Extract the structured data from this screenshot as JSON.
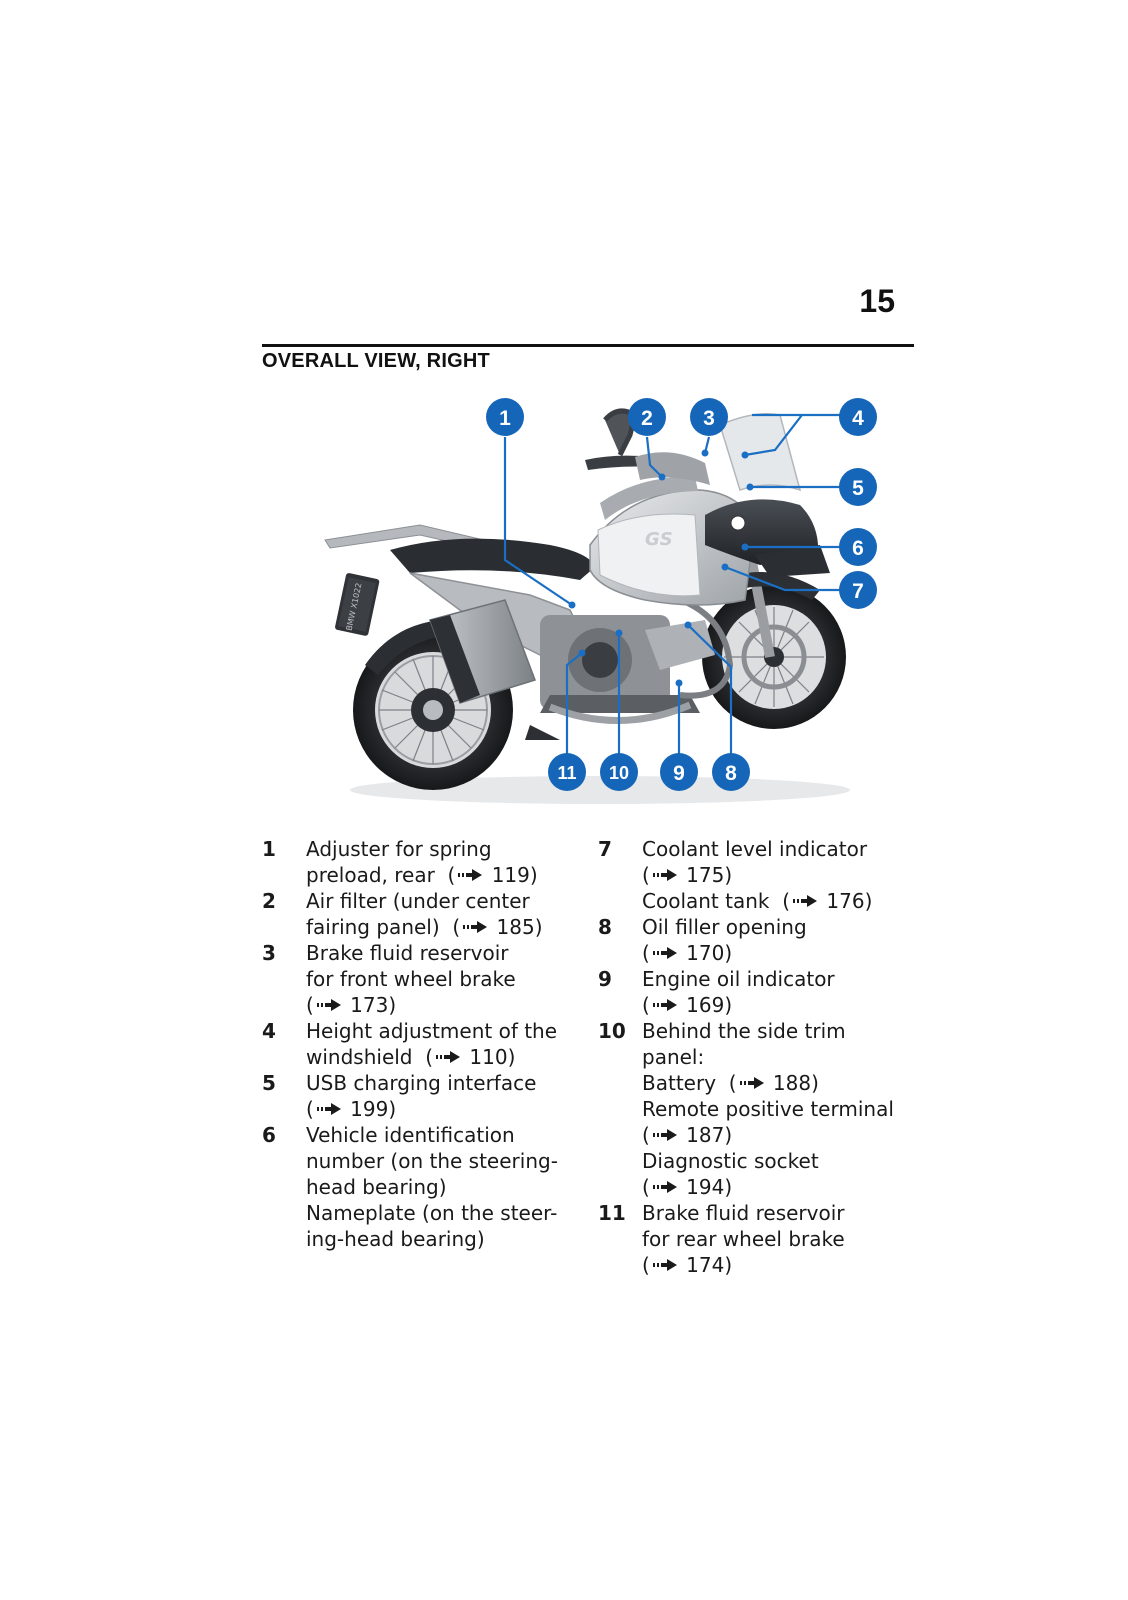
{
  "page": {
    "number": "15",
    "title": "OVERALL VIEW, RIGHT"
  },
  "figure": {
    "callouts": [
      "1",
      "2",
      "3",
      "4",
      "5",
      "6",
      "7",
      "8",
      "9",
      "10",
      "11"
    ],
    "plate": "BMW X1022",
    "colors": {
      "callout": "#1566b8",
      "leader": "#1a6fc4",
      "paint_dark": "#2d3136",
      "paint_light": "#d3d6d9"
    }
  },
  "items": [
    {
      "num": "1",
      "lines": [
        "Adjuster for spring",
        "preload, rear"
      ],
      "refs": [
        "119"
      ]
    },
    {
      "num": "2",
      "lines": [
        "Air filter (under center",
        "fairing panel)"
      ],
      "refs": [
        "185"
      ]
    },
    {
      "num": "3",
      "lines": [
        "Brake fluid reservoir",
        "for front wheel brake",
        ""
      ],
      "refs": [
        "173"
      ]
    },
    {
      "num": "4",
      "lines": [
        "Height adjustment of the",
        "windshield"
      ],
      "refs": [
        "110"
      ]
    },
    {
      "num": "5",
      "lines": [
        "USB charging interface",
        ""
      ],
      "refs": [
        "199"
      ]
    },
    {
      "num": "6",
      "lines": [
        "Vehicle identification",
        "number (on the steering-",
        "head bearing)",
        "Nameplate (on the steer-",
        "ing-head bearing)"
      ],
      "refs": []
    },
    {
      "num": "7",
      "lines": [
        "Coolant level indicator",
        "",
        "Coolant tank"
      ],
      "refs": [
        "175",
        "176"
      ]
    },
    {
      "num": "8",
      "lines": [
        "Oil filler opening",
        ""
      ],
      "refs": [
        "170"
      ]
    },
    {
      "num": "9",
      "lines": [
        "Engine oil indicator",
        ""
      ],
      "refs": [
        "169"
      ]
    },
    {
      "num": "10",
      "lines": [
        "Behind the side trim",
        "panel:",
        "Battery",
        "Remote positive terminal",
        "",
        "Diagnostic socket",
        ""
      ],
      "refs": [
        "188",
        "187",
        "194"
      ]
    },
    {
      "num": "11",
      "lines": [
        "Brake fluid reservoir",
        "for rear wheel brake",
        ""
      ],
      "refs": [
        "174"
      ]
    }
  ]
}
